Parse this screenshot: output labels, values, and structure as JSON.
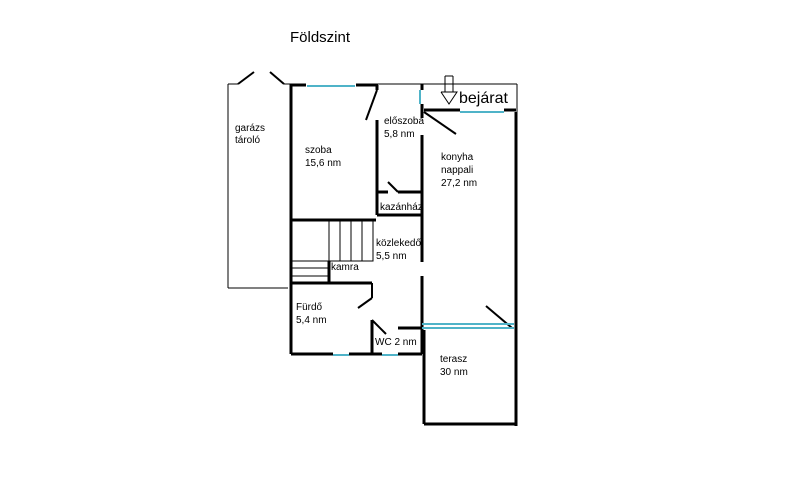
{
  "title": "Földszint",
  "entrance_label": "bejárat",
  "rooms": [
    {
      "id": "garazs",
      "name": "garázs",
      "name2": "tároló",
      "area": ""
    },
    {
      "id": "szoba",
      "name": "szoba",
      "area": "15,6 nm"
    },
    {
      "id": "eloszoba",
      "name": "előszoba",
      "area": "5,8 nm"
    },
    {
      "id": "konyha",
      "name": "konyha",
      "name2": "nappali",
      "area": "27,2 nm"
    },
    {
      "id": "kazanhaz",
      "name": "kazánház",
      "area": ""
    },
    {
      "id": "kozlekedo",
      "name": "közlekedő",
      "area": "5,5 nm"
    },
    {
      "id": "kamra",
      "name": "kamra",
      "area": ""
    },
    {
      "id": "furdo",
      "name": "Fürdő",
      "area": "5,4 nm"
    },
    {
      "id": "wc",
      "name": "WC 2 nm",
      "area": ""
    },
    {
      "id": "terasz",
      "name": "terasz",
      "area": "30 nm"
    }
  ],
  "colors": {
    "wall": "#000000",
    "window": "#4fb3c8",
    "background": "#ffffff"
  }
}
